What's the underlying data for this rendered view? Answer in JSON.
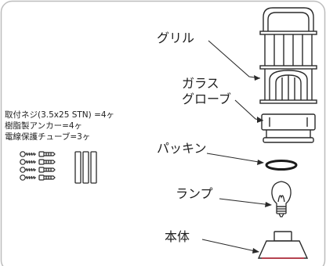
{
  "labels": {
    "grill": "グリル",
    "glass_line1": "ガラス",
    "glass_line2": "グローブ",
    "packing": "パッキン",
    "lamp": "ランプ",
    "body": "本体"
  },
  "accessories": {
    "line1": "取付ネジ(3.5x25 STN) =4ヶ",
    "line2": "樹脂製アンカー=4ヶ",
    "line3": "電線保護チューブ=3ヶ"
  },
  "colors": {
    "stroke": "#2a2a2a",
    "border": "#bdbdbd",
    "accent_red": "#c0283a"
  }
}
